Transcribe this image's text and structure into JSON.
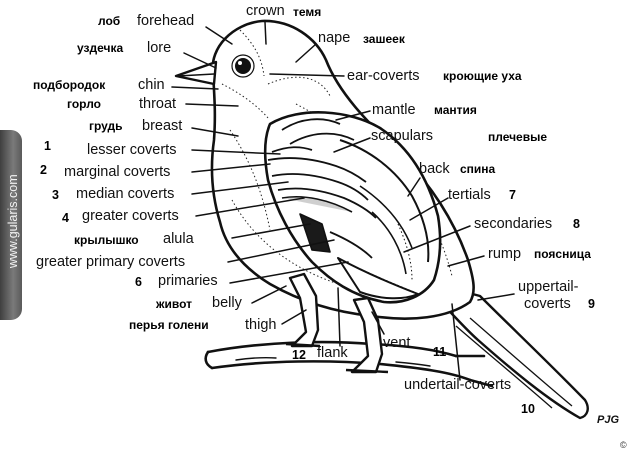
{
  "watermark": "www.gularis.com",
  "signature": "PJG",
  "copyright": "©",
  "labels": {
    "forehead": {
      "en": "forehead",
      "ru": "лоб"
    },
    "crown": {
      "en": "crown",
      "ru": "темя"
    },
    "lore": {
      "en": "lore",
      "ru": "уздечка"
    },
    "nape": {
      "en": "nape",
      "ru": "зашеек"
    },
    "chin": {
      "en": "chin",
      "ru": "подбородок"
    },
    "ear_coverts": {
      "en": "ear-coverts",
      "ru": "кроющие уха"
    },
    "throat": {
      "en": "throat",
      "ru": "горло"
    },
    "mantle": {
      "en": "mantle",
      "ru": "мантия"
    },
    "breast": {
      "en": "breast",
      "ru": "грудь"
    },
    "scapulars": {
      "en": "scapulars",
      "ru": "плечевые"
    },
    "lesser_coverts": {
      "en": "lesser coverts",
      "num": "1"
    },
    "back": {
      "en": "back",
      "ru": "спина"
    },
    "marginal_coverts": {
      "en": "marginal coverts",
      "num": "2"
    },
    "median_coverts": {
      "en": "median coverts",
      "num": "3"
    },
    "tertials": {
      "en": "tertials",
      "num": "7"
    },
    "greater_coverts": {
      "en": "greater coverts",
      "num": "4"
    },
    "secondaries": {
      "en": "secondaries",
      "num": "8"
    },
    "alula": {
      "en": "alula",
      "ru": "крылышко"
    },
    "greater_primary_coverts": {
      "en": "greater primary coverts"
    },
    "rump": {
      "en": "rump",
      "ru": "поясница"
    },
    "primaries": {
      "en": "primaries",
      "num": "6"
    },
    "uppertail_coverts": {
      "en_line1": "uppertail-",
      "en_line2": "coverts",
      "num": "9"
    },
    "belly": {
      "en": "belly",
      "ru": "живот"
    },
    "thigh": {
      "en": "thigh",
      "ru": "перья голени"
    },
    "flank": {
      "en": "flank",
      "num": "12"
    },
    "vent": {
      "en": "vent",
      "num": "11"
    },
    "undertail_coverts": {
      "en": "undertail-coverts",
      "num": "10"
    }
  }
}
